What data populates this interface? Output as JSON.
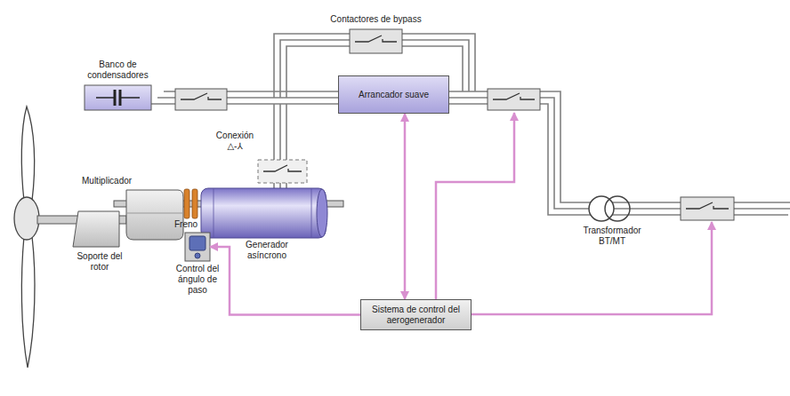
{
  "diagram": {
    "nodes": [
      {
        "text": [
          "Contactores de bypass"
        ]
      },
      {
        "text": [
          "Banco de condensadores"
        ]
      },
      {
        "text": [
          "Arrancador suave"
        ]
      },
      {
        "text": [
          "Control del ángulo de paso"
        ]
      },
      {
        "text": [
          "Sistema de control del aerogenerador"
        ]
      }
    ],
    "edges": [
      {
        "from": 4,
        "to": 2,
        "arrow": "both"
      },
      {
        "from": 4,
        "to": 3,
        "arrow": "to"
      }
    ],
    "labels": [
      "Multiplicador",
      "Freno",
      "Generador asíncrono",
      "Soporte del rotor",
      "Conexión △-⅄",
      "Transformador BT/MT"
    ]
  }
}
